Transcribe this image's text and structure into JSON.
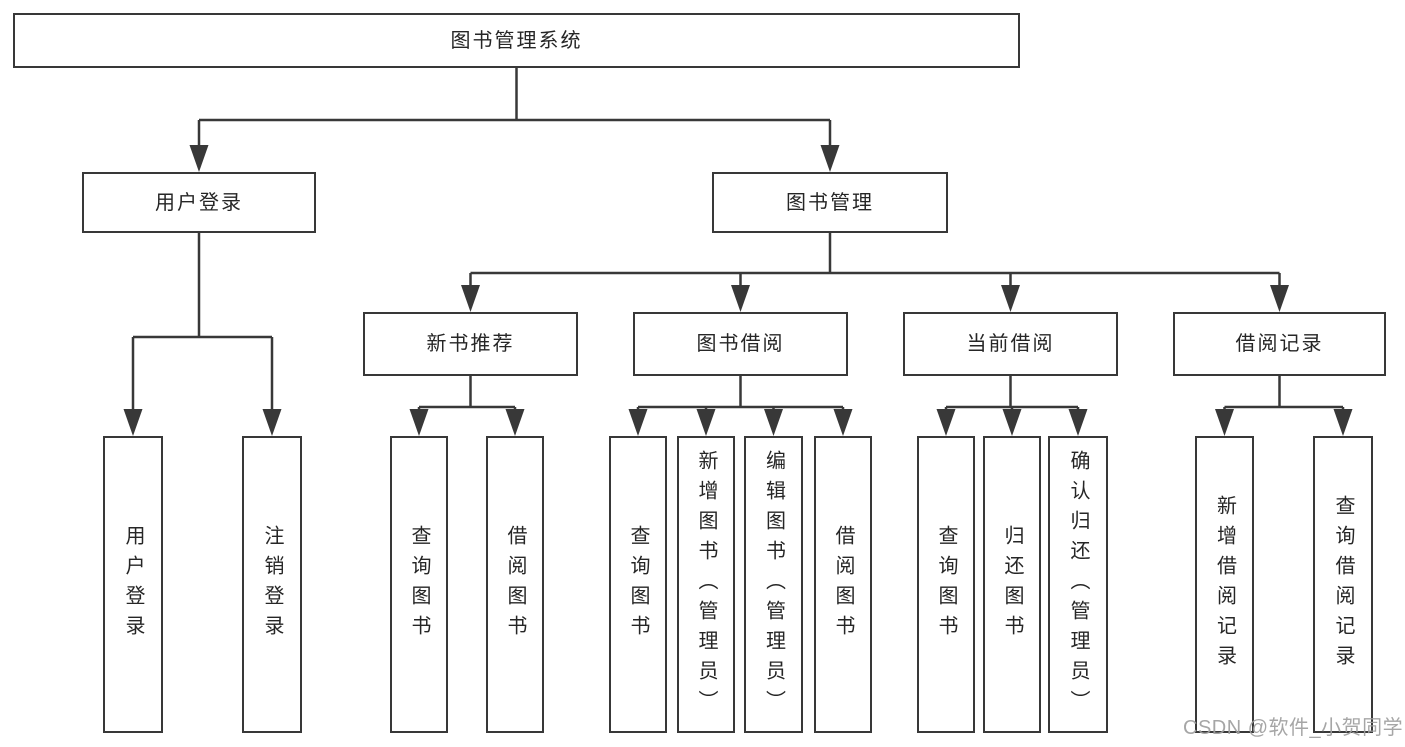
{
  "tree": {
    "label": "图书管理系统",
    "children": [
      {
        "label": "用户登录",
        "children": [
          {
            "label": "用户登录"
          },
          {
            "label": "注销登录"
          }
        ]
      },
      {
        "label": "图书管理",
        "children": [
          {
            "label": "新书推荐",
            "children": [
              {
                "label": "查询图书"
              },
              {
                "label": "借阅图书"
              }
            ]
          },
          {
            "label": "图书借阅",
            "children": [
              {
                "label": "查询图书"
              },
              {
                "label": "新增图书（管理员）"
              },
              {
                "label": "编辑图书（管理员）"
              },
              {
                "label": "借阅图书"
              }
            ]
          },
          {
            "label": "当前借阅",
            "children": [
              {
                "label": "查询图书"
              },
              {
                "label": "归还图书"
              },
              {
                "label": "确认归还（管理员）"
              }
            ]
          },
          {
            "label": "借阅记录",
            "children": [
              {
                "label": "新增借阅记录"
              },
              {
                "label": "查询借阅记录"
              }
            ]
          }
        ]
      }
    ]
  },
  "watermark": "CSDN @软件_小贺同学",
  "colors": {
    "line": "#383838",
    "text": "#262626",
    "background": "#ffffff",
    "watermark": "#9e9e9e"
  }
}
